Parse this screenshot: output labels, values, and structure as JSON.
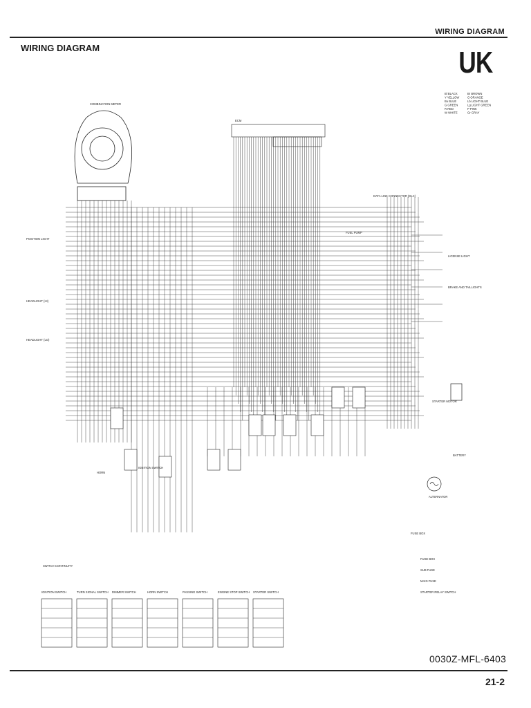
{
  "header": {
    "title_right": "WIRING DIAGRAM",
    "title_left": "WIRING DIAGRAM",
    "region": "UK"
  },
  "footer": {
    "part_number": "0030Z-MFL-6403",
    "page_number": "21-2"
  },
  "labels": {
    "combination_meter": "COMBINATION METER",
    "ignition_switch": "IGNITION SWITCH",
    "fuel_pump": "FUEL PUMP",
    "alternator": "ALTERNATOR",
    "fuse_box": "FUSE BOX",
    "starter_motor": "STARTER MOTOR",
    "battery": "BATTERY",
    "horn": "HORN",
    "switch_continuity": "SWITCH CONTINUITY",
    "headlight_hi": "HEADLIGHT (HI)",
    "headlight_lo": "HEADLIGHT (LO)",
    "position_light": "POSITION LIGHT",
    "license_light": "LICENSE LIGHT",
    "brake_taillight": "BRAKE AND TAILLIGHTS",
    "dlc": "DATA LINK CONNECTOR (DLC)",
    "ecm": "ECM"
  },
  "color_legend": [
    {
      "code": "Bl",
      "name": "BLACK"
    },
    {
      "code": "Y",
      "name": "YELLOW"
    },
    {
      "code": "Bu",
      "name": "BLUE"
    },
    {
      "code": "G",
      "name": "GREEN"
    },
    {
      "code": "R",
      "name": "RED"
    },
    {
      "code": "W",
      "name": "WHITE"
    },
    {
      "code": "Br",
      "name": "BROWN"
    },
    {
      "code": "O",
      "name": "ORANGE"
    },
    {
      "code": "Lb",
      "name": "LIGHT BLUE"
    },
    {
      "code": "Lg",
      "name": "LIGHT GREEN"
    },
    {
      "code": "P",
      "name": "PINK"
    },
    {
      "code": "Gr",
      "name": "GRAY"
    }
  ],
  "switch_tables": [
    "IGNITION SWITCH",
    "TURN SIGNAL SWITCH",
    "DIMMER SWITCH",
    "HORN SWITCH",
    "PASSING SWITCH",
    "ENGINE STOP SWITCH",
    "STARTER SWITCH"
  ],
  "fuse_list": [
    "FUSE BOX",
    "SUB FUSE",
    "MAIN FUSE",
    "STARTER RELAY SWITCH"
  ]
}
